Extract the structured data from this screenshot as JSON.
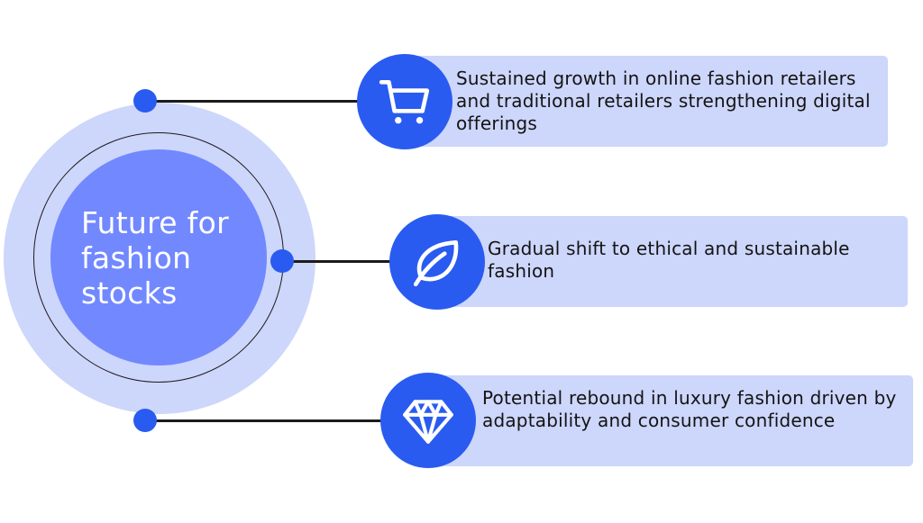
{
  "center": {
    "title": "Future for fashion stocks"
  },
  "items": [
    {
      "icon": "shopping-cart-icon",
      "text": "Sustained growth in online fashion retailers and traditional retailers strengthening digital offerings"
    },
    {
      "icon": "leaf-icon",
      "text": "Gradual shift to ethical and sustainable fashion"
    },
    {
      "icon": "diamond-icon",
      "text": "Potential rebound in luxury fashion driven by adaptability and consumer confidence"
    }
  ],
  "colors": {
    "accent": "#2a5bf0",
    "inner_circle": "#7288ff",
    "light_fill": "#cdd6fb",
    "line": "#1b1b1b"
  }
}
